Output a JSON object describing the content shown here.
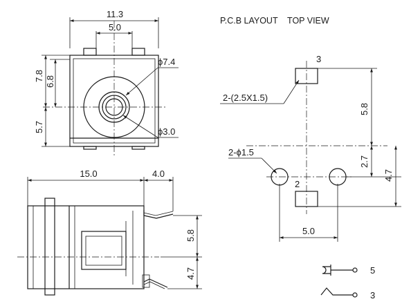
{
  "front_view": {
    "width_label": "11.3",
    "inner_width_label": "5.0",
    "height_upper_label": "7.8",
    "height_inner_label": "6.8",
    "height_lower_label": "5.7",
    "outer_dia_label": "ϕ7.4",
    "inner_dia_label": "ϕ3.0"
  },
  "side_view": {
    "length_label": "15.0",
    "pin_offset_label": "4.0",
    "pin_spacing_label": "5.8",
    "pin_lower_label": "4.7"
  },
  "pcb_layout": {
    "title": "P.C.B LAYOUT    TOP VIEW",
    "pin_top_label": "3",
    "pad_label": "2-(2.5X1.5)",
    "vert_label": "5.8",
    "hole_label": "2-ϕ1.5",
    "small_vert_label": "2.7",
    "right_vert_label": "4.7",
    "pin_bottom_label": "2",
    "hole_spacing_label": "5.0"
  },
  "legend": {
    "plug_pin_label": "5",
    "switch_pin_label": "3"
  }
}
